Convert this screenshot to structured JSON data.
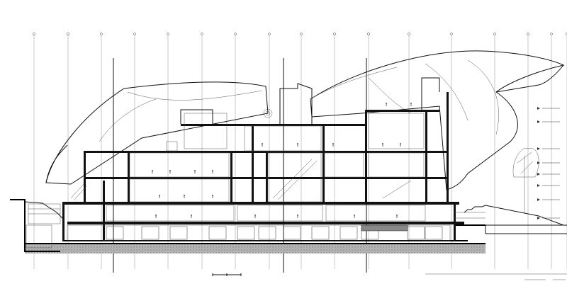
{
  "drawing": {
    "type": "building-section",
    "colors": {
      "ink": "#111111",
      "paper": "#ffffff",
      "ground": "#9a9a9a"
    },
    "grid_axes_count": 17,
    "level_markers_count": 8,
    "icons": [
      "gridline-icon",
      "level-marker-icon",
      "tree-icon",
      "scale-bar-icon"
    ]
  }
}
